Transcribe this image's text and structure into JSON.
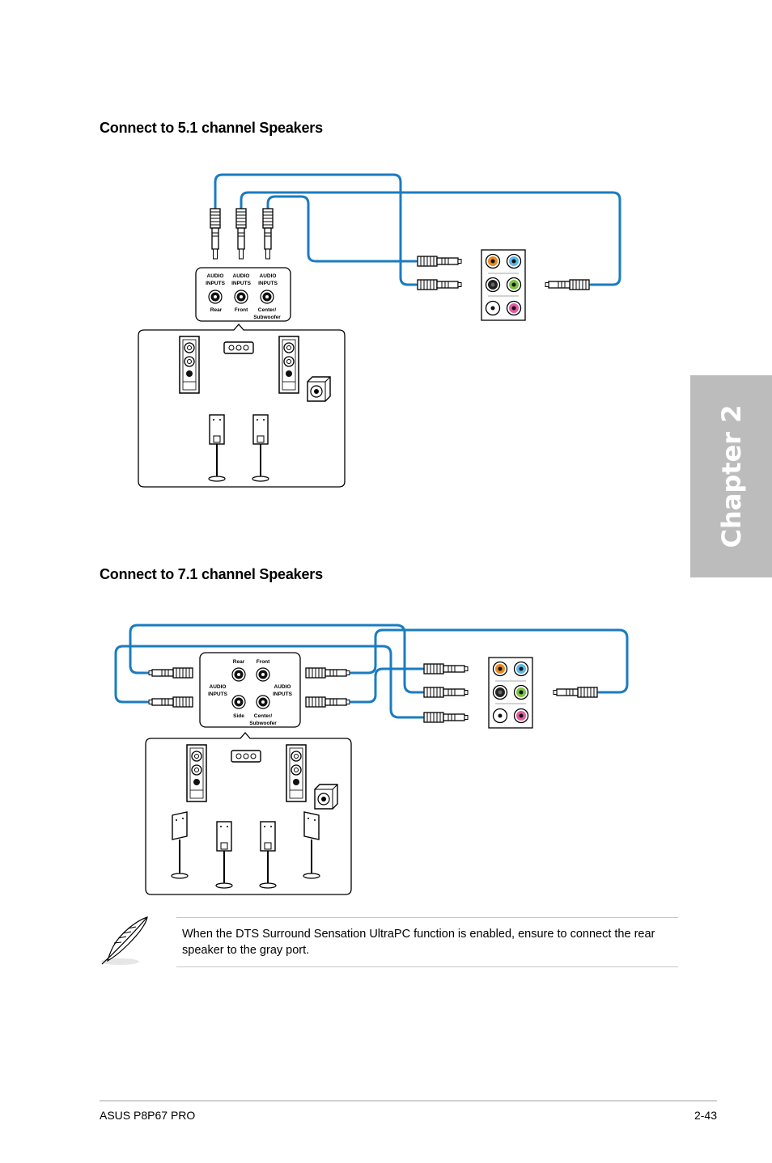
{
  "headings": {
    "five_one": "Connect to 5.1 channel Speakers",
    "seven_one": "Connect to 7.1 channel Speakers"
  },
  "diagram_51": {
    "audio_inputs": [
      "AUDIO",
      "INPUTS"
    ],
    "jack_labels": [
      "Rear",
      "Front",
      "Center/",
      "Subwoofer"
    ]
  },
  "diagram_71": {
    "top_labels": [
      "Rear",
      "Front"
    ],
    "audio_inputs": [
      "AUDIO",
      "INPUTS"
    ],
    "bottom_labels": [
      "Side",
      "Center/",
      "Subwoofer"
    ]
  },
  "side_tab": {
    "label": "Chapter 2"
  },
  "note": {
    "icon": "feather-pen-icon",
    "text": "When the DTS Surround Sensation UltraPC function is enabled, ensure to connect the rear speaker to the gray port."
  },
  "footer": {
    "product": "ASUS P8P67 PRO",
    "page_number": "2-43"
  },
  "colors": {
    "cable": "#1a7cc1",
    "orange_port": "#e88a1e",
    "blue_port": "#5bb8e8",
    "green_port": "#7cc242",
    "pink_port": "#e55aa0",
    "black_port": "#222222",
    "gray_port": "#bdbdbd",
    "tab": "#bcbcbc"
  }
}
